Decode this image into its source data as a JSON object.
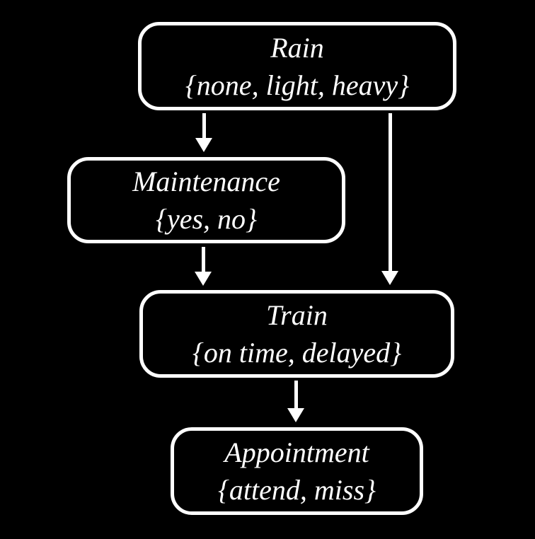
{
  "colors": {
    "background": "#000000",
    "node_border": "#ffffff",
    "text": "#ffffff",
    "arrow": "#ffffff"
  },
  "nodes": [
    {
      "id": "rain",
      "title": "Rain",
      "values": "{none, light, heavy}"
    },
    {
      "id": "maintenance",
      "title": "Maintenance",
      "values": "{yes, no}"
    },
    {
      "id": "train",
      "title": "Train",
      "values": "{on time, delayed}"
    },
    {
      "id": "appointment",
      "title": "Appointment",
      "values": "{attend, miss}"
    }
  ],
  "edges": [
    {
      "from": "rain",
      "to": "maintenance"
    },
    {
      "from": "rain",
      "to": "train"
    },
    {
      "from": "maintenance",
      "to": "train"
    },
    {
      "from": "train",
      "to": "appointment"
    }
  ]
}
